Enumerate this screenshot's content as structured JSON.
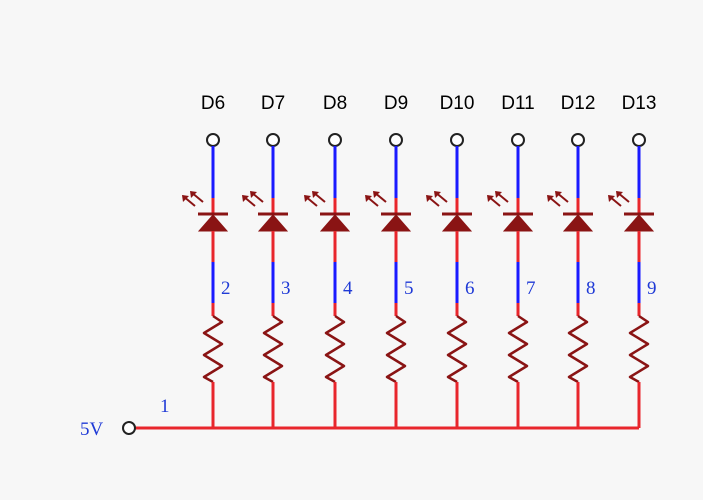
{
  "colors": {
    "background": "#f7f7f7",
    "wire": "#e8262c",
    "component": "#8a1414",
    "pin_wire": "#1a1aff",
    "net_label": "#1f3ad6",
    "pin_label": "#000000"
  },
  "supply": {
    "label": "5V",
    "net_number": "1"
  },
  "channels": [
    {
      "pin": "D6",
      "net": "2"
    },
    {
      "pin": "D7",
      "net": "3"
    },
    {
      "pin": "D8",
      "net": "4"
    },
    {
      "pin": "D9",
      "net": "5"
    },
    {
      "pin": "D10",
      "net": "6"
    },
    {
      "pin": "D11",
      "net": "7"
    },
    {
      "pin": "D12",
      "net": "8"
    },
    {
      "pin": "D13",
      "net": "9"
    }
  ],
  "components": {
    "led_icon": "led-icon",
    "resistor_icon": "resistor-icon",
    "terminal_icon": "terminal-icon"
  }
}
